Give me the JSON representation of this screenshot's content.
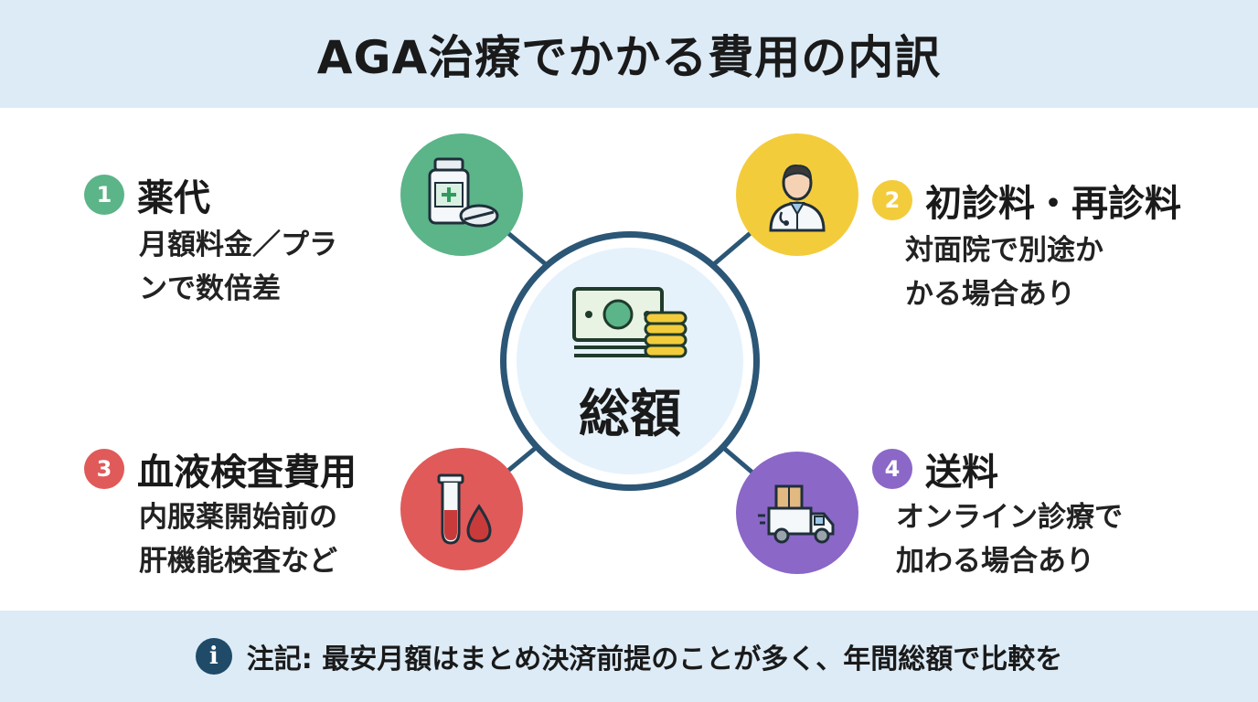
{
  "title": "AGA治療でかかる費用の内訳",
  "center": {
    "label": "総額",
    "icon": "money-coins-icon"
  },
  "items": [
    {
      "num": "1",
      "title": "薬代",
      "desc": [
        "月額料金／プラ",
        "ンで数倍差"
      ],
      "color": "#5cb489",
      "icon": "medicine-bottle-icon"
    },
    {
      "num": "2",
      "title": "初診料・再診料",
      "desc": [
        "対面院で別途か",
        "かる場合あり"
      ],
      "color": "#f3cc3c",
      "icon": "doctor-icon"
    },
    {
      "num": "3",
      "title": "血液検査費用",
      "desc": [
        "内服薬開始前の",
        "肝機能検査など"
      ],
      "color": "#e05a5a",
      "icon": "blood-test-tube-icon"
    },
    {
      "num": "4",
      "title": "送料",
      "desc": [
        "オンライン診療で",
        "加わる場合あり"
      ],
      "color": "#8b67c8",
      "icon": "delivery-truck-icon"
    }
  ],
  "footer": {
    "icon": "info-icon",
    "note": "注記: 最安月額はまとめ決済前提のことが多く、年間総額で比較を"
  },
  "colors": {
    "header_bg": "#dcebf6",
    "center_ring": "#2b5676",
    "center_fill": "#e6f2fb",
    "connector": "#2b5676"
  }
}
